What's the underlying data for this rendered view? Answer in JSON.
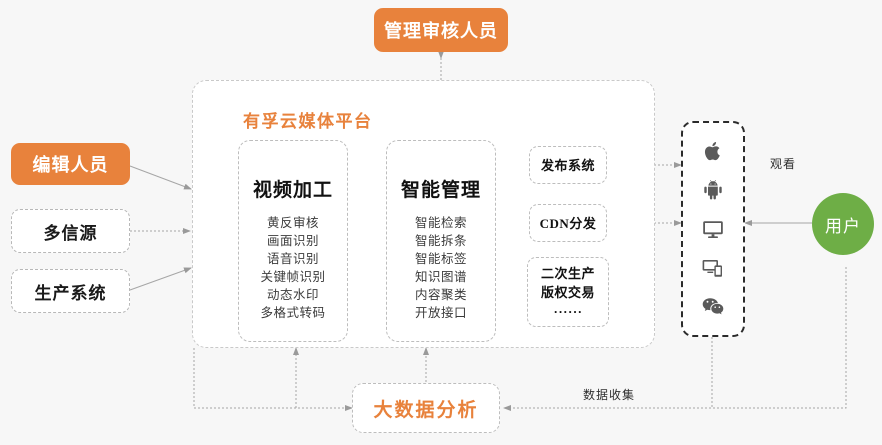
{
  "diagram": {
    "title": "有孚云媒体平台",
    "colors": {
      "orange": "#e8823c",
      "green": "#6eae46",
      "line": "#a6a6a6",
      "background": "#f7f7f7"
    }
  },
  "actors": {
    "reviewer": "管理审核人员",
    "editor": "编辑人员"
  },
  "sources": [
    {
      "label": "多信源"
    },
    {
      "label": "生产系统"
    }
  ],
  "platform": {
    "title": "有孚云媒体平台",
    "panels": [
      {
        "title": "视频加工",
        "items": [
          "黄反审核",
          "画面识别",
          "语音识别",
          "关键帧识别",
          "动态水印",
          "多格式转码"
        ]
      },
      {
        "title": "智能管理",
        "items": [
          "智能检索",
          "智能拆条",
          "智能标签",
          "知识图谱",
          "内容聚类",
          "开放接口"
        ]
      }
    ],
    "outputs": [
      {
        "lines": [
          "发布系统"
        ]
      },
      {
        "lines": [
          "CDN分发"
        ]
      },
      {
        "lines": [
          "二次生产",
          "版权交易",
          "······"
        ]
      }
    ]
  },
  "devices": {
    "icons": [
      {
        "name": "apple-icon"
      },
      {
        "name": "android-icon"
      },
      {
        "name": "desktop-monitor-icon"
      },
      {
        "name": "multi-device-icon"
      },
      {
        "name": "wechat-icon"
      }
    ]
  },
  "user": {
    "label": "用户"
  },
  "bigdata": {
    "label": "大数据分析"
  },
  "edge_labels": {
    "watch": "观看",
    "data_collection": "数据收集"
  }
}
